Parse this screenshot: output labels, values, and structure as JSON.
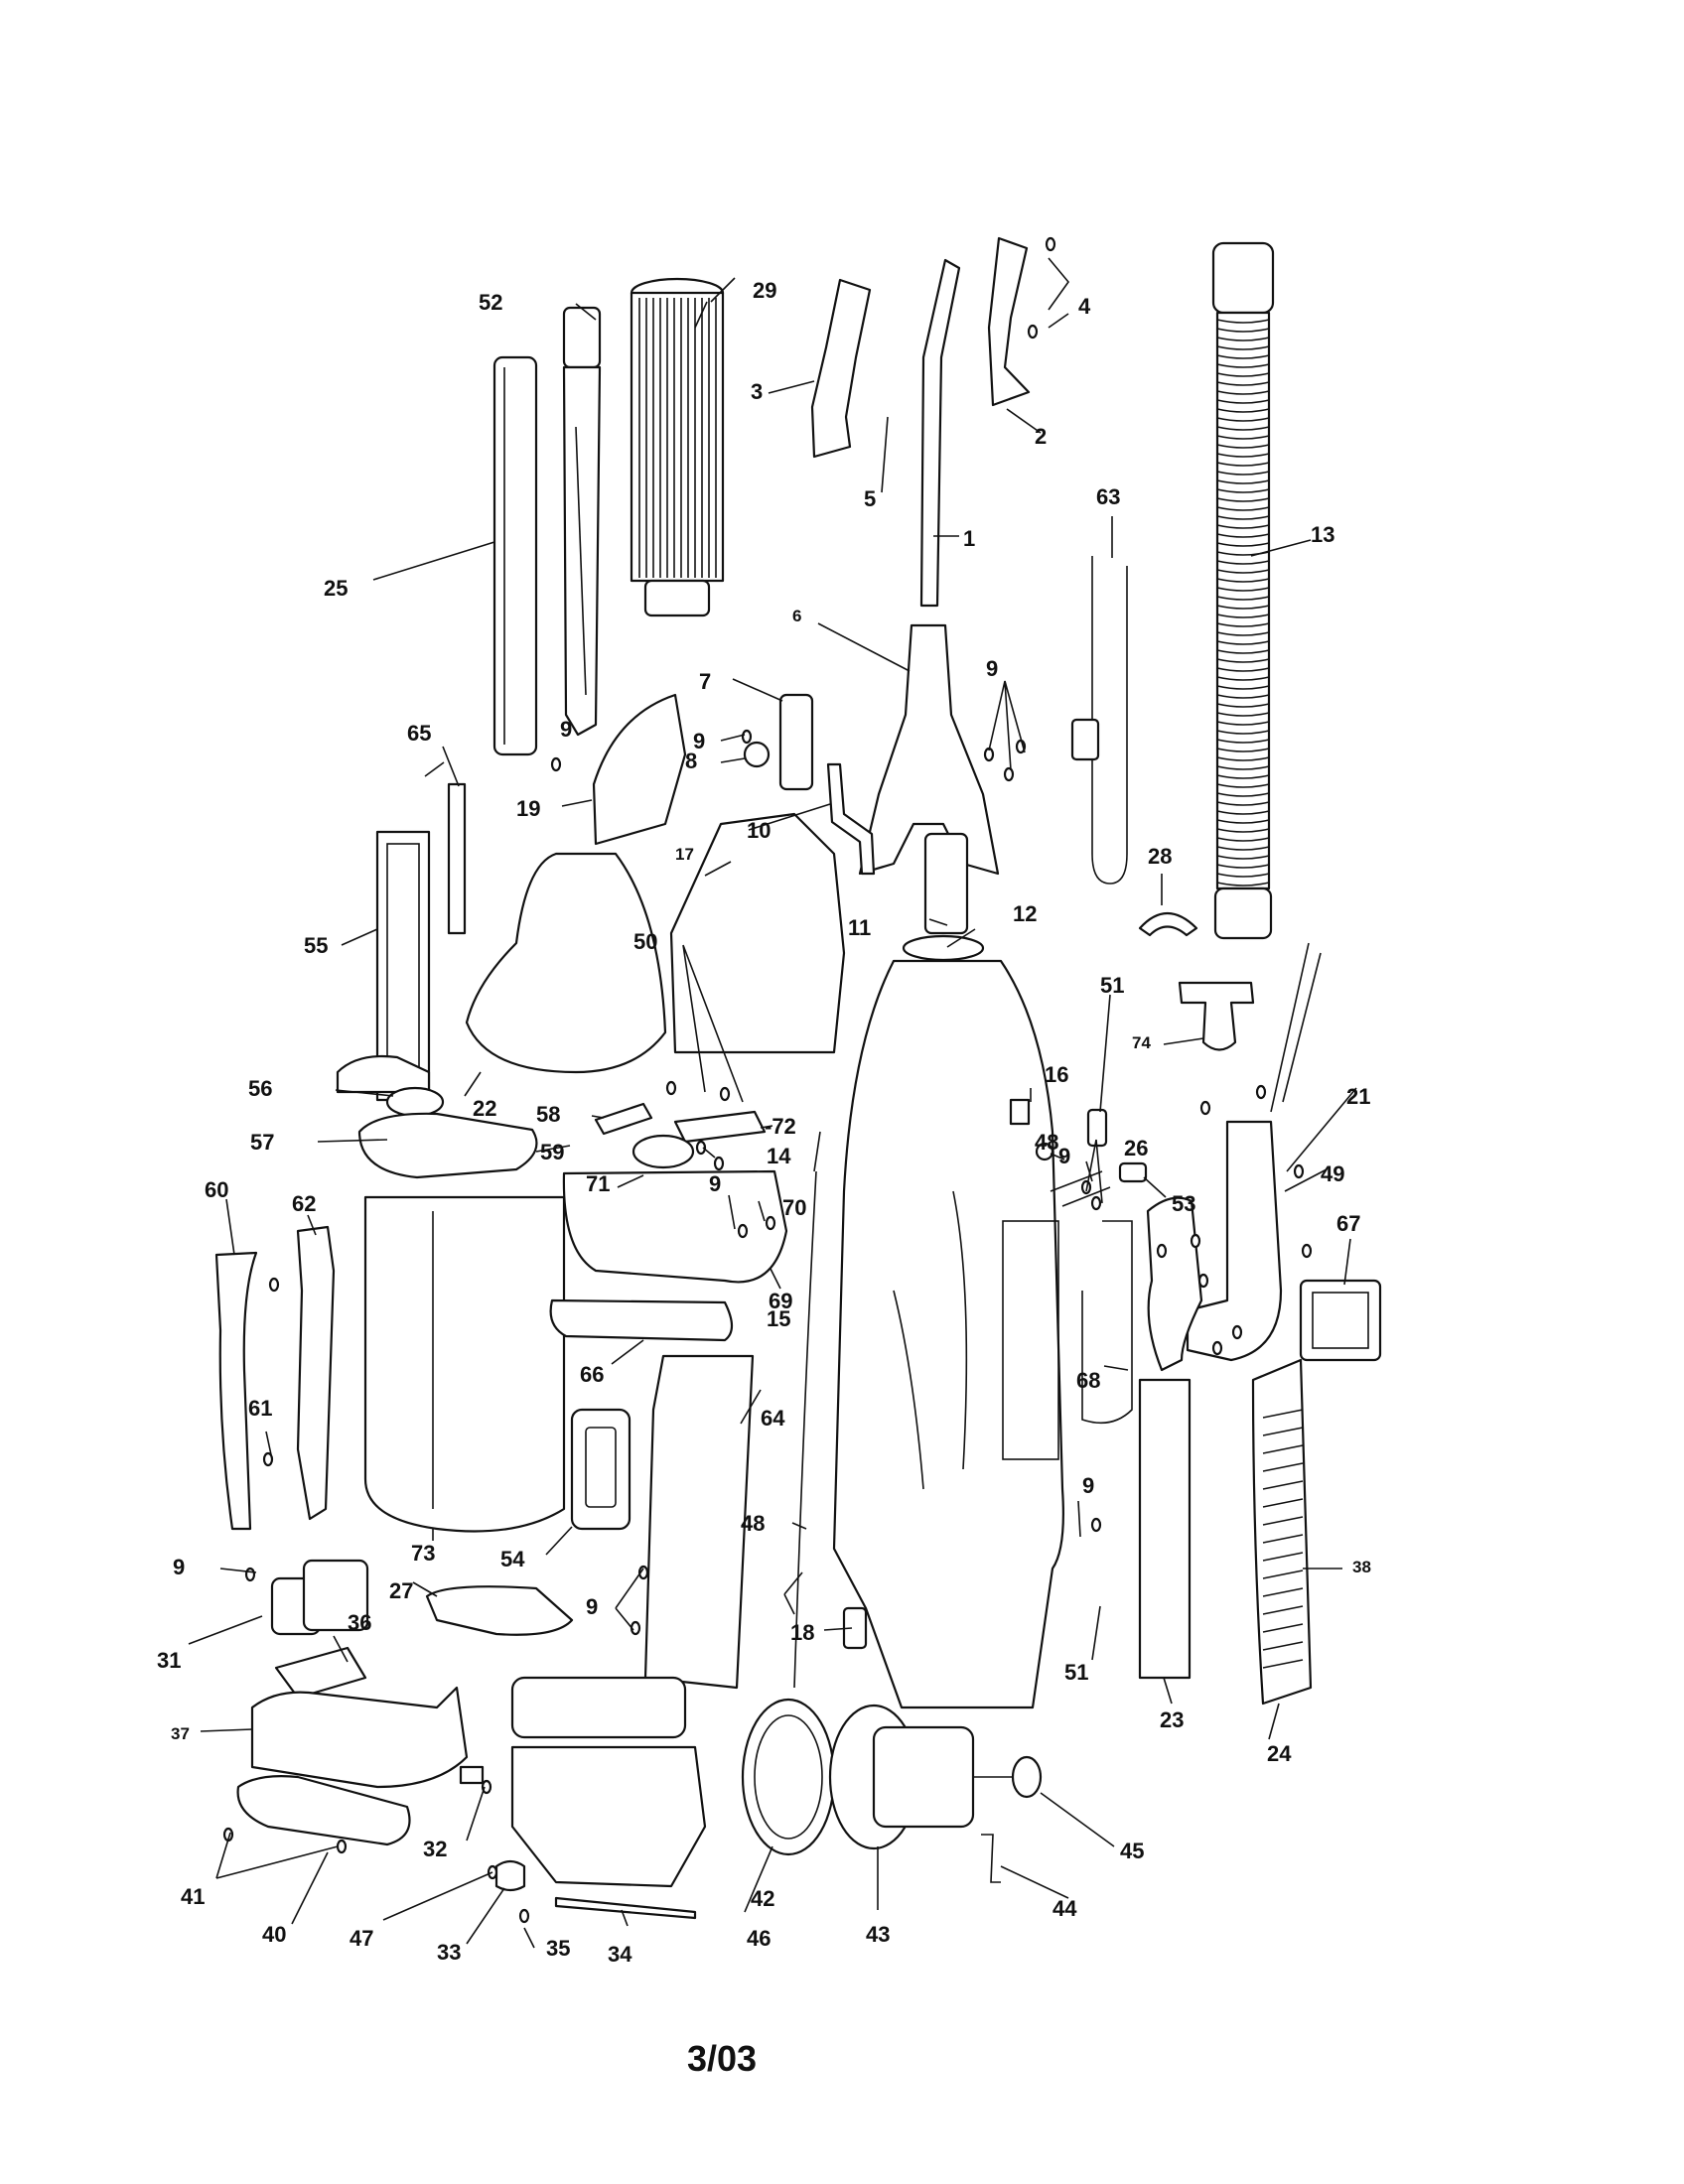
{
  "footer": {
    "date_code": "3/03"
  },
  "labels": {
    "p1": "1",
    "p2": "2",
    "p3": "3",
    "p4": "4",
    "p5": "5",
    "p6": "6",
    "p7": "7",
    "p8": "8",
    "p9": "9",
    "p10": "10",
    "p11": "11",
    "p12": "12",
    "p13": "13",
    "p14": "14",
    "p15": "15",
    "p16": "16",
    "p17": "17",
    "p18": "18",
    "p19": "19",
    "p21": "21",
    "p22": "22",
    "p23": "23",
    "p24": "24",
    "p25": "25",
    "p26": "26",
    "p27": "27",
    "p28": "28",
    "p29": "29",
    "p31": "31",
    "p32": "32",
    "p33": "33",
    "p34": "34",
    "p35": "35",
    "p36": "36",
    "p37": "37",
    "p38": "38",
    "p40": "40",
    "p41": "41",
    "p42": "42",
    "p43": "43",
    "p44": "44",
    "p45": "45",
    "p46": "46",
    "p47": "47",
    "p48": "48",
    "p49": "49",
    "p50": "50",
    "p51": "51",
    "p52": "52",
    "p53": "53",
    "p54": "54",
    "p55": "55",
    "p56": "56",
    "p57": "57",
    "p58": "58",
    "p59": "59",
    "p60": "60",
    "p61": "61",
    "p62": "62",
    "p63": "63",
    "p64": "64",
    "p65": "65",
    "p66": "66",
    "p67": "67",
    "p68": "68",
    "p69": "69",
    "p70": "70",
    "p71": "71",
    "p72": "-72",
    "p73": "73",
    "p74": "74"
  }
}
